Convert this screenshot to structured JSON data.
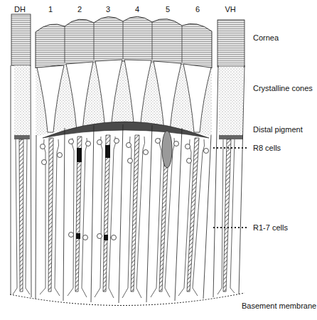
{
  "diagram": {
    "labels": [
      "DH",
      "1",
      "2",
      "3",
      "4",
      "5",
      "6",
      "VH",
      "Cornea",
      "Crystalline cones",
      "Distal pigment",
      "R8 cells",
      "R1-7 cells",
      "Basement membrane"
    ]
  }
}
